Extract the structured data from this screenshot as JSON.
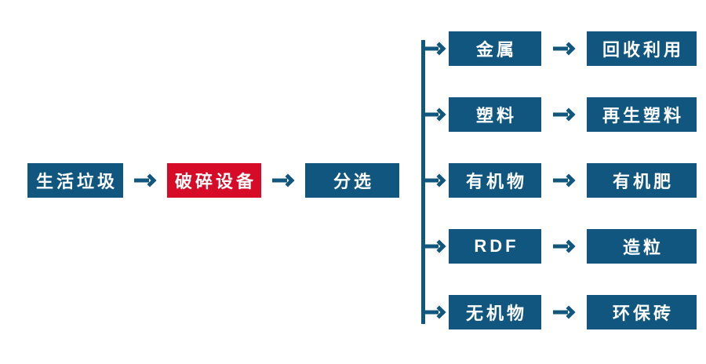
{
  "diagram": {
    "title_hint": "household-waste-processing-flow",
    "colors": {
      "primary_blue": "#11567F",
      "accent_red": "#D60B27",
      "text": "#FFFFFF"
    },
    "main_chain": [
      {
        "label": "生活垃圾",
        "style": "blue"
      },
      {
        "label": "破碎设备",
        "style": "red"
      },
      {
        "label": "分选",
        "style": "blue"
      }
    ],
    "branches": [
      {
        "source": "金属",
        "result": "回收利用"
      },
      {
        "source": "塑料",
        "result": "再生塑料"
      },
      {
        "source": "有机物",
        "result": "有机肥"
      },
      {
        "source": "RDF",
        "result": "造粒"
      },
      {
        "source": "无机物",
        "result": "环保砖"
      }
    ]
  }
}
